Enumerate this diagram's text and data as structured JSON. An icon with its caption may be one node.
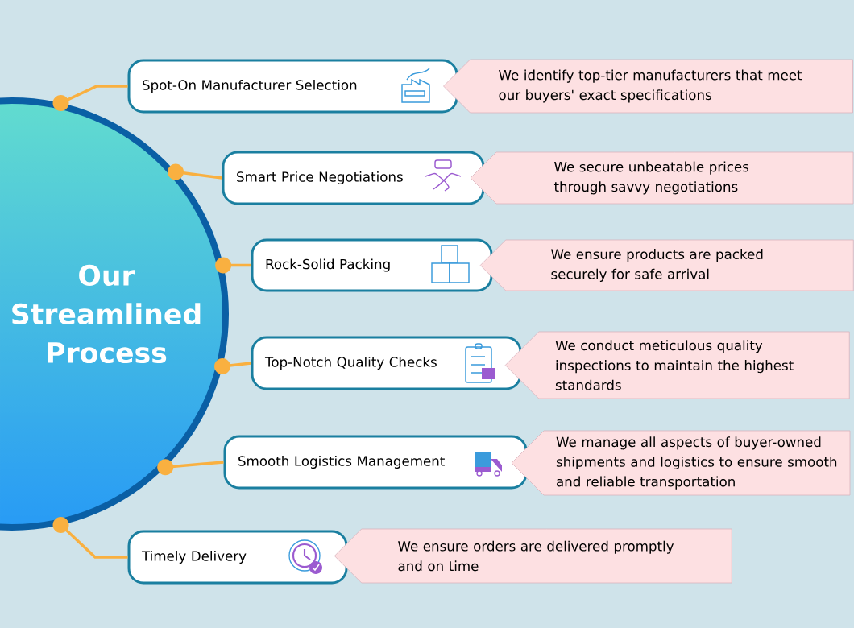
{
  "diagram": {
    "nodes": [
      {
        "text": [
          "Our Streamlined Process"
        ]
      },
      {
        "text": [
          "Spot-On Manufacturer Selection"
        ]
      },
      {
        "text": [
          "Smart Price Negotiations"
        ]
      },
      {
        "text": [
          "Rock-Solid Packing"
        ]
      },
      {
        "text": [
          "Top-Notch Quality Checks"
        ]
      },
      {
        "text": [
          "Smooth Logistics Management"
        ]
      },
      {
        "text": [
          "Timely Delivery"
        ]
      },
      {
        "text": [
          "We identify top-tier manufacturers that meet our buyers' exact specifications"
        ]
      },
      {
        "text": [
          "We secure unbeatable prices through savvy negotiations"
        ]
      },
      {
        "text": [
          "We ensure products are packed securely for safe arrival"
        ]
      },
      {
        "text": [
          "We conduct meticulous quality inspections to maintain the highest standards"
        ]
      },
      {
        "text": [
          "We manage all aspects of buyer-owned shipments and logistics to ensure smooth and reliable transportation"
        ]
      },
      {
        "text": [
          "We ensure orders are delivered promptly and on time"
        ]
      }
    ],
    "edges": [
      {
        "from": 0,
        "to": 1,
        "arrow": "other"
      },
      {
        "from": 0,
        "to": 2,
        "arrow": "other"
      },
      {
        "from": 0,
        "to": 3,
        "arrow": "other"
      },
      {
        "from": 0,
        "to": 4,
        "arrow": "other"
      },
      {
        "from": 0,
        "to": 5,
        "arrow": "other"
      },
      {
        "from": 0,
        "to": 6,
        "arrow": "other"
      }
    ]
  }
}
